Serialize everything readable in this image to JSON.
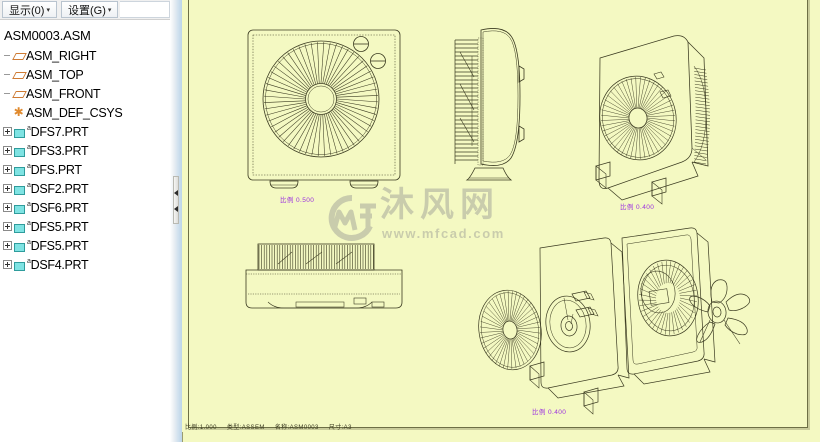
{
  "window": {
    "menubar": [
      {
        "name": "display-menu",
        "label": "显示(0)",
        "caret": "▾"
      },
      {
        "name": "settings-menu",
        "label": "设置(G)",
        "caret": "▾"
      }
    ]
  },
  "model_tree": {
    "root": "ASM0003.ASM",
    "items": [
      {
        "label": "ASM_RIGHT",
        "icon": "datum-plane-icon",
        "expandable": false,
        "superscript": ""
      },
      {
        "label": "ASM_TOP",
        "icon": "datum-plane-icon",
        "expandable": false,
        "superscript": ""
      },
      {
        "label": "ASM_FRONT",
        "icon": "datum-plane-icon",
        "expandable": false,
        "superscript": ""
      },
      {
        "label": "ASM_DEF_CSYS",
        "icon": "coord-system-icon",
        "expandable": false,
        "superscript": ""
      },
      {
        "label": "DFS7.PRT",
        "icon": "part-icon",
        "expandable": true,
        "superscript": "a"
      },
      {
        "label": "DFS3.PRT",
        "icon": "part-icon",
        "expandable": true,
        "superscript": "a"
      },
      {
        "label": "DFS.PRT",
        "icon": "part-icon",
        "expandable": true,
        "superscript": "a"
      },
      {
        "label": "DSF2.PRT",
        "icon": "part-icon",
        "expandable": true,
        "superscript": "a"
      },
      {
        "label": "DSF6.PRT",
        "icon": "part-icon",
        "expandable": true,
        "superscript": "a"
      },
      {
        "label": "DFS5.PRT",
        "icon": "part-icon",
        "expandable": true,
        "superscript": "a"
      },
      {
        "label": "DFS5.PRT",
        "icon": "part-icon",
        "expandable": true,
        "superscript": "a"
      },
      {
        "label": "DSF4.PRT",
        "icon": "part-icon",
        "expandable": true,
        "superscript": "a"
      }
    ]
  },
  "drawing": {
    "sheet_background": "#f4f9c2",
    "line_color": "#3a3a20",
    "scale_label_color": "#9b2fe0",
    "views": [
      {
        "name": "front-view",
        "scale_label": "比例 0.500"
      },
      {
        "name": "left-side-view",
        "scale_label": ""
      },
      {
        "name": "iso-view",
        "scale_label": "比例 0.400"
      },
      {
        "name": "top-view",
        "scale_label": ""
      },
      {
        "name": "exploded-view",
        "scale_label": "比例 0.400"
      }
    ],
    "title_block": [
      "比例:1.000",
      "类型:ASSEM",
      "名称:ASM0003",
      "尺寸:A3"
    ]
  },
  "watermark": {
    "logo": "mf-logo-icon",
    "text": "沐风网",
    "url": "www.mfcad.com"
  }
}
